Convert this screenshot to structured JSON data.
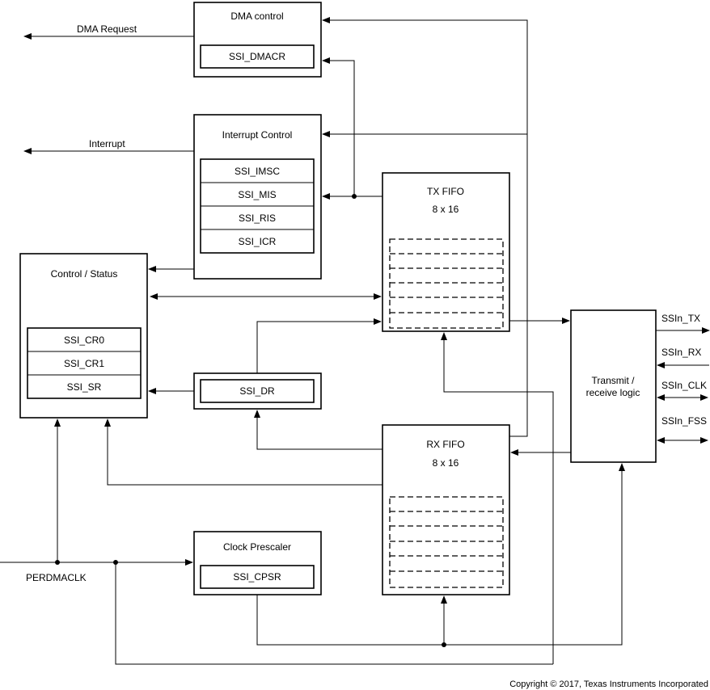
{
  "blocks": {
    "dma": {
      "title": "DMA control",
      "regs": [
        "SSI_DMACR"
      ]
    },
    "interrupt": {
      "title": "Interrupt Control",
      "regs": [
        "SSI_IMSC",
        "SSI_MIS",
        "SSI_RIS",
        "SSI_ICR"
      ]
    },
    "control": {
      "title": "Control / Status",
      "regs": [
        "SSI_CR0",
        "SSI_CR1",
        "SSI_SR"
      ]
    },
    "dr": {
      "regs": [
        "SSI_DR"
      ]
    },
    "clock": {
      "title": "Clock Prescaler",
      "regs": [
        "SSI_CPSR"
      ]
    },
    "txfifo": {
      "title": "TX FIFO",
      "size": "8 x 16"
    },
    "rxfifo": {
      "title": "RX FIFO",
      "size": "8 x 16"
    },
    "transmit": {
      "title_line1": "Transmit /",
      "title_line2": "receive logic"
    }
  },
  "signals": {
    "dma_request": "DMA Request",
    "interrupt": "Interrupt",
    "clock": "PERDMACLK",
    "tx": "SSIn_TX",
    "rx": "SSIn_RX",
    "clk": "SSIn_CLK",
    "fss": "SSIn_FSS"
  },
  "copyright": "Copyright © 2017, Texas Instruments Incorporated"
}
